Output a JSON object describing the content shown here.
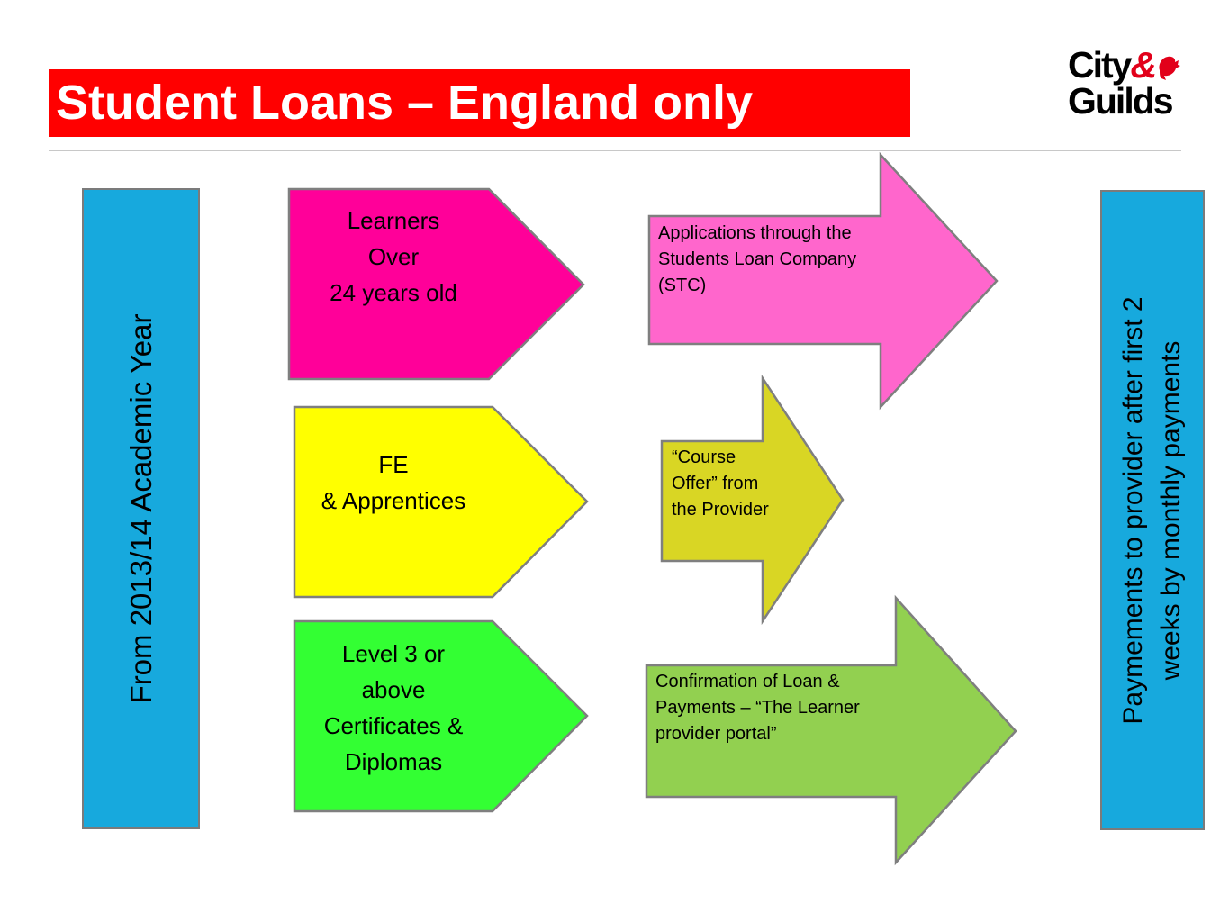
{
  "title": "Student Loans – England only",
  "logo": {
    "line1": "City",
    "amp": "&",
    "line2": "Guilds"
  },
  "colors": {
    "title_bg": "#ff0000",
    "side_bar": "#17a9dd",
    "pink": "#ff0099",
    "light_pink": "#ff66cc",
    "yellow": "#ffff00",
    "olive": "#d9d624",
    "green": "#33ff33",
    "light_green": "#92d050"
  },
  "left_bar": {
    "text": "From 2013/14  Academic Year"
  },
  "right_bar": {
    "line1": "Paymements  to provider after first 2",
    "line2": "weeks by monthly payments"
  },
  "categories": [
    {
      "lines": [
        "Learners",
        "Over",
        "24 years old"
      ]
    },
    {
      "lines": [
        "FE",
        "& Apprentices"
      ]
    },
    {
      "lines": [
        "Level 3 or",
        "above",
        "Certificates &",
        "Diplomas"
      ]
    }
  ],
  "steps": [
    {
      "lines": [
        "Applications through the",
        "Students Loan Company",
        "(STC)"
      ]
    },
    {
      "lines": [
        "“Course",
        "Offer” from",
        "the Provider"
      ]
    },
    {
      "lines": [
        "Confirmation of Loan &",
        "Payments – “The Learner",
        "provider portal”"
      ]
    }
  ]
}
